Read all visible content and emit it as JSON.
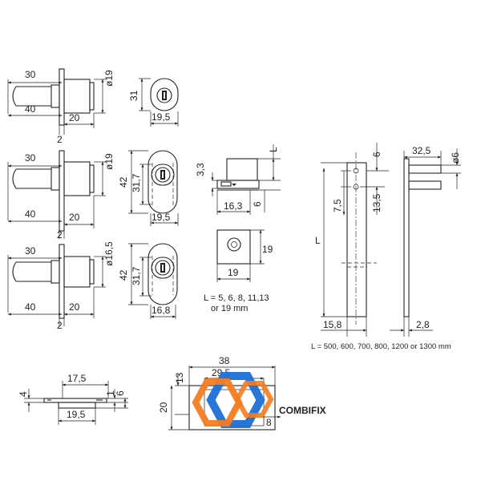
{
  "drawing": {
    "dims": {
      "lock1": {
        "a": "30",
        "b": "40",
        "c": "20",
        "d": "2",
        "dia": "ø19",
        "h": "31",
        "w": "19,5"
      },
      "lock2": {
        "a": "30",
        "b": "40",
        "c": "20",
        "d": "2",
        "dia": "ø19",
        "h1": "42",
        "h2": "31,7",
        "w": "19,5"
      },
      "lock3": {
        "a": "30",
        "b": "40",
        "c": "20",
        "d": "2",
        "dia": "ø16,5",
        "h1": "42",
        "h2": "31,7",
        "w": "16,8"
      },
      "bracket": {
        "t": "3,3",
        "l": "L",
        "w": "16,3",
        "h": "6"
      },
      "block": {
        "h": "19",
        "w": "19"
      },
      "rod": {
        "a": "6",
        "b": "7,5",
        "c": "13,5",
        "len": "L",
        "w": "15,8",
        "side_w": "32,5",
        "dia": "ø6",
        "thick": "2,8"
      },
      "plate": {
        "a": "17,5",
        "b": "4",
        "c": "1",
        "d": "6",
        "w": "19,5"
      },
      "strike": {
        "w": "38",
        "inner": "29,5",
        "h1": "13",
        "h2": "20",
        "x": "8"
      }
    },
    "notes": {
      "length_options": "L = 5, 6, 8, 11,13",
      "length_options_2": "or 19 mm",
      "rod_length_options": "L = 500, 600, 700, 800, 1200 or 1300 mm"
    }
  },
  "brand": {
    "name": "COMBIFIX",
    "colors": {
      "blue": "#1f6fd6",
      "orange": "#f47c20",
      "dark": "#111111"
    }
  }
}
